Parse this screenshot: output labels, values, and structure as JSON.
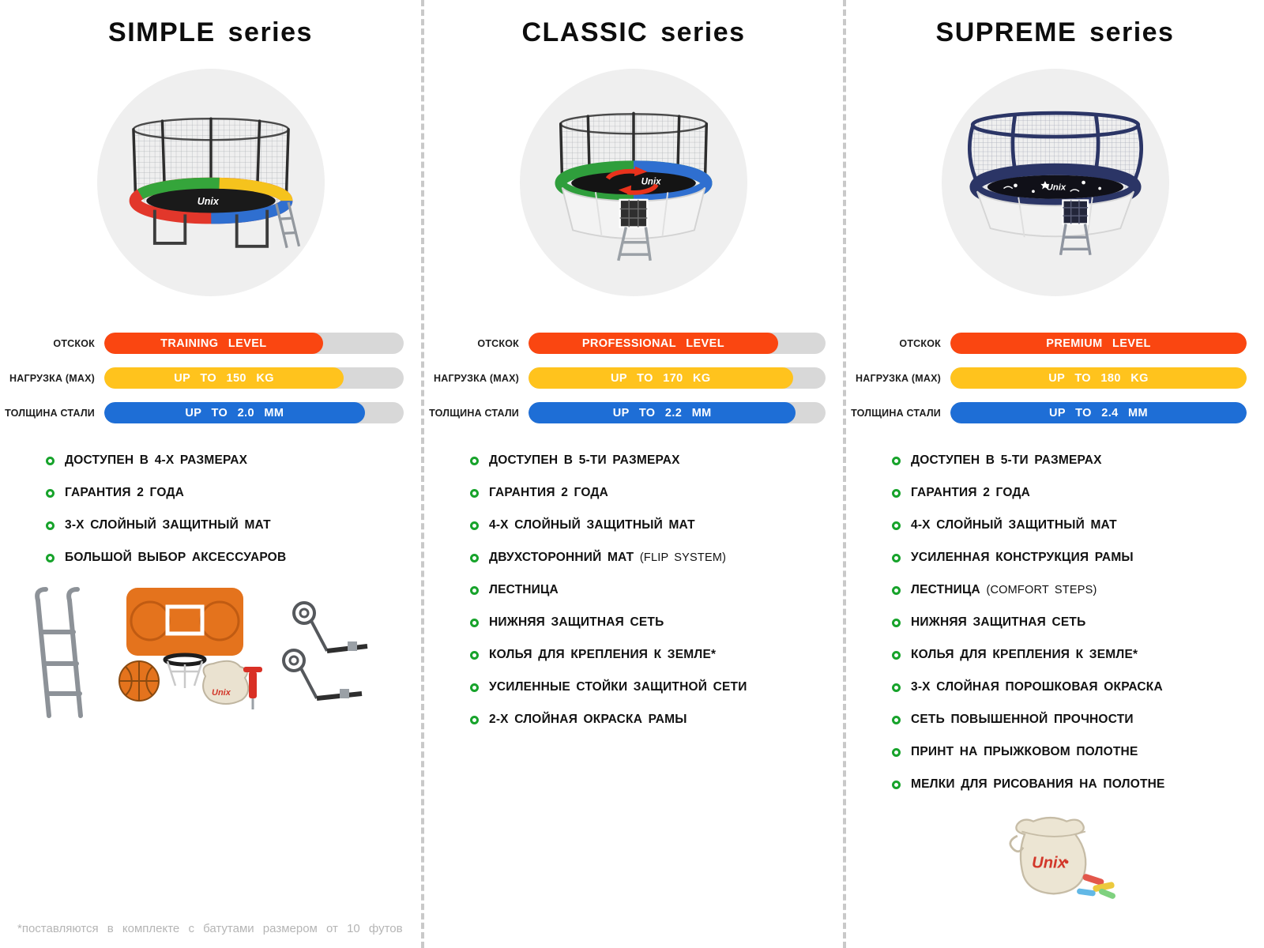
{
  "brand": "Unix",
  "footnote": "*поставляются  в  комплекте  с  батутами  размером  от  10  футов",
  "bar_rows": [
    "ОТСКОК",
    "НАГРУЗКА (MAX)",
    "ТОЛЩИНА СТАЛИ"
  ],
  "colors": {
    "bounce": "#fa4611",
    "load": "#ffc31d",
    "steel": "#1e6ed6",
    "track": "#d8d8d8",
    "bullet_green": "#17a32b"
  },
  "columns": [
    {
      "title": "SIMPLE",
      "title_suffix": "series",
      "bars": [
        {
          "label": "TRAINING LEVEL",
          "pct": 73
        },
        {
          "label": "UP TO 150 KG",
          "pct": 80
        },
        {
          "label": "UP TO 2.0 MM",
          "pct": 87
        }
      ],
      "features": [
        {
          "text": "ДОСТУПЕН В 4-Х РАЗМЕРАХ"
        },
        {
          "text": "ГАРАНТИЯ 2 ГОДА"
        },
        {
          "text": "3-Х СЛОЙНЫЙ ЗАЩИТНЫЙ МАТ"
        },
        {
          "text": "БОЛЬШОЙ ВЫБОР АКСЕССУАРОВ"
        }
      ]
    },
    {
      "title": "CLASSIC",
      "title_suffix": "series",
      "bars": [
        {
          "label": "PROFESSIONAL LEVEL",
          "pct": 84
        },
        {
          "label": "UP TO 170 KG",
          "pct": 89
        },
        {
          "label": "UP TO 2.2 MM",
          "pct": 90
        }
      ],
      "features": [
        {
          "text": "ДОСТУПЕН В 5-ТИ РАЗМЕРАХ"
        },
        {
          "text": "ГАРАНТИЯ 2 ГОДА"
        },
        {
          "text": "4-Х СЛОЙНЫЙ ЗАЩИТНЫЙ МАТ"
        },
        {
          "text": "ДВУХСТОРОННИЙ МАТ",
          "note": "(FLIP SYSTEM)"
        },
        {
          "text": "ЛЕСТНИЦА"
        },
        {
          "text": "НИЖНЯЯ ЗАЩИТНАЯ СЕТЬ"
        },
        {
          "text": "КОЛЬЯ ДЛЯ КРЕПЛЕНИЯ К ЗЕМЛЕ*"
        },
        {
          "text": "УСИЛЕННЫЕ СТОЙКИ ЗАЩИТНОЙ СЕТИ"
        },
        {
          "text": "2-Х СЛОЙНАЯ ОКРАСКА РАМЫ"
        }
      ]
    },
    {
      "title": "SUPREME",
      "title_suffix": "series",
      "bars": [
        {
          "label": "PREMIUM LEVEL",
          "pct": 100
        },
        {
          "label": "UP TO 180 KG",
          "pct": 100
        },
        {
          "label": "UP TO 2.4 MM",
          "pct": 100
        }
      ],
      "features": [
        {
          "text": "ДОСТУПЕН В 5-ТИ РАЗМЕРАХ"
        },
        {
          "text": "ГАРАНТИЯ 2 ГОДА"
        },
        {
          "text": "4-Х СЛОЙНЫЙ ЗАЩИТНЫЙ МАТ"
        },
        {
          "text": "УСИЛЕННАЯ КОНСТРУКЦИЯ РАМЫ"
        },
        {
          "text": "ЛЕСТНИЦА",
          "note": "(COMFORT STEPS)"
        },
        {
          "text": "НИЖНЯЯ ЗАЩИТНАЯ СЕТЬ"
        },
        {
          "text": "КОЛЬЯ ДЛЯ КРЕПЛЕНИЯ К ЗЕМЛЕ*"
        },
        {
          "text": "3-Х СЛОЙНАЯ ПОРОШКОВАЯ ОКРАСКА"
        },
        {
          "text": "СЕТЬ ПОВЫШЕННОЙ ПРОЧНОСТИ"
        },
        {
          "text": "ПРИНТ НА ПРЫЖКОВОМ ПОЛОТНЕ"
        },
        {
          "text": "МЕЛКИ ДЛЯ РИСОВАНИЯ НА ПОЛОТНЕ"
        }
      ]
    }
  ]
}
